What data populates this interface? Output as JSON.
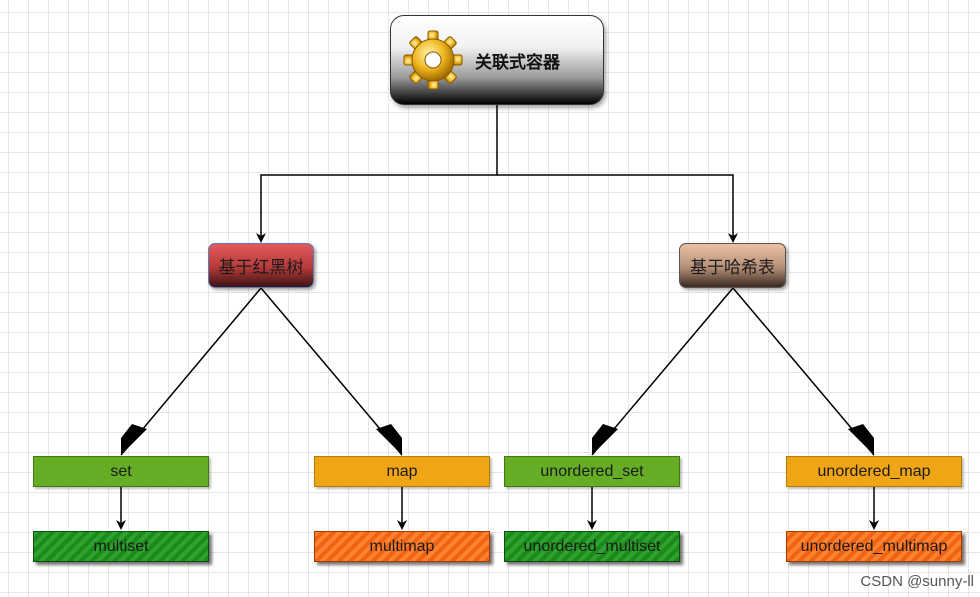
{
  "root": {
    "label": "关联式容器",
    "icon": "gear-icon"
  },
  "branches": {
    "red_black_tree": {
      "label": "基于红黑树"
    },
    "hash_table": {
      "label": "基于哈希表"
    }
  },
  "leaves": {
    "set": "set",
    "map": "map",
    "unordered_set": "unordered_set",
    "unordered_map": "unordered_map",
    "multiset": "multiset",
    "multimap": "multimap",
    "unordered_multiset": "unordered_multiset",
    "unordered_multimap": "unordered_multimap"
  },
  "watermark": "CSDN @sunny-ll",
  "colors": {
    "root_gradient_bottom": "#000000",
    "red_tree": "#c94545",
    "hash_table": "#c8a48c",
    "leaf_green": "#66ad26",
    "leaf_yellow": "#efa516",
    "leaf_dark_green": "#1a8a1a",
    "leaf_orange": "#f06310",
    "connector": "#000000"
  }
}
